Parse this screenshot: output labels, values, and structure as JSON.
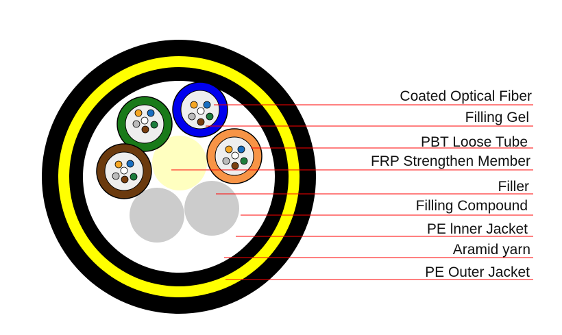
{
  "diagram": {
    "labels": [
      {
        "id": "coated-optical-fiber",
        "text": "Coated Optical Fiber"
      },
      {
        "id": "filling-gel",
        "text": "Filling  Gel"
      },
      {
        "id": "pbt-loose-tube",
        "text": "PBT Loose Tube"
      },
      {
        "id": "frp-strengthen-member",
        "text": "FRP Strengthen Member"
      },
      {
        "id": "filler",
        "text": "Filler"
      },
      {
        "id": "filling-compound",
        "text": "Filling Compound"
      },
      {
        "id": "pe-inner-jacket",
        "text": "PE lnner Jacket"
      },
      {
        "id": "aramid-yarn",
        "text": "Aramid yarn"
      },
      {
        "id": "pe-outer-jacket",
        "text": "PE Outer Jacket"
      }
    ],
    "colors": {
      "outer_jacket": "#000000",
      "aramid_yarn": "#ffff00",
      "filling_compound": "#ffffff",
      "frp_member": "#ffffc0",
      "filler": "#cccccc",
      "leader_line": "#ff0000",
      "tube_green": "#197a19",
      "tube_blue": "#0000ee",
      "tube_orange": "#f79446",
      "tube_brown": "#6b3a0e",
      "gel": "#eeeeee",
      "fiber_orange": "#f5a623",
      "fiber_blue": "#1a6fc0",
      "fiber_white": "#ffffff",
      "fiber_grey": "#bbbbbb",
      "fiber_brown": "#7a3f10",
      "fiber_green": "#1c7c3c"
    }
  }
}
